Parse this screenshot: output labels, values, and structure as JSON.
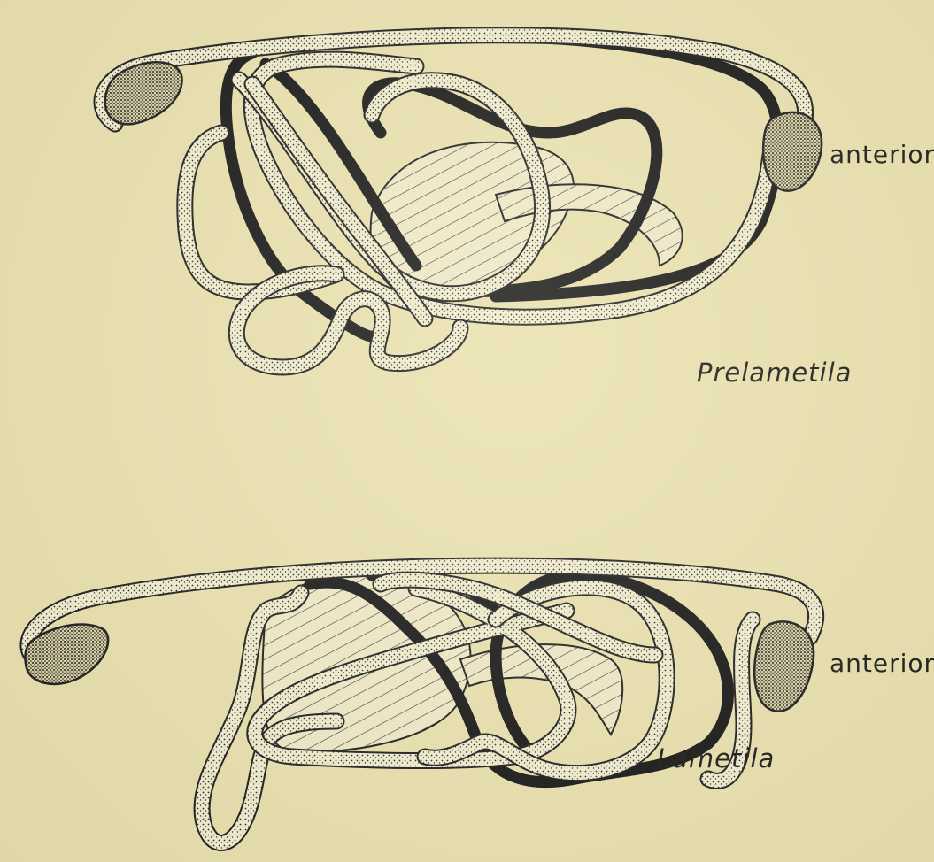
{
  "figure_top": {
    "anterior_label": "anterior",
    "genus_label": "Prelametila"
  },
  "figure_bottom": {
    "anterior_label": "anterior",
    "genus_label": "Lametila"
  },
  "colors": {
    "background": "#e9e0ad",
    "ink": "#151515"
  }
}
